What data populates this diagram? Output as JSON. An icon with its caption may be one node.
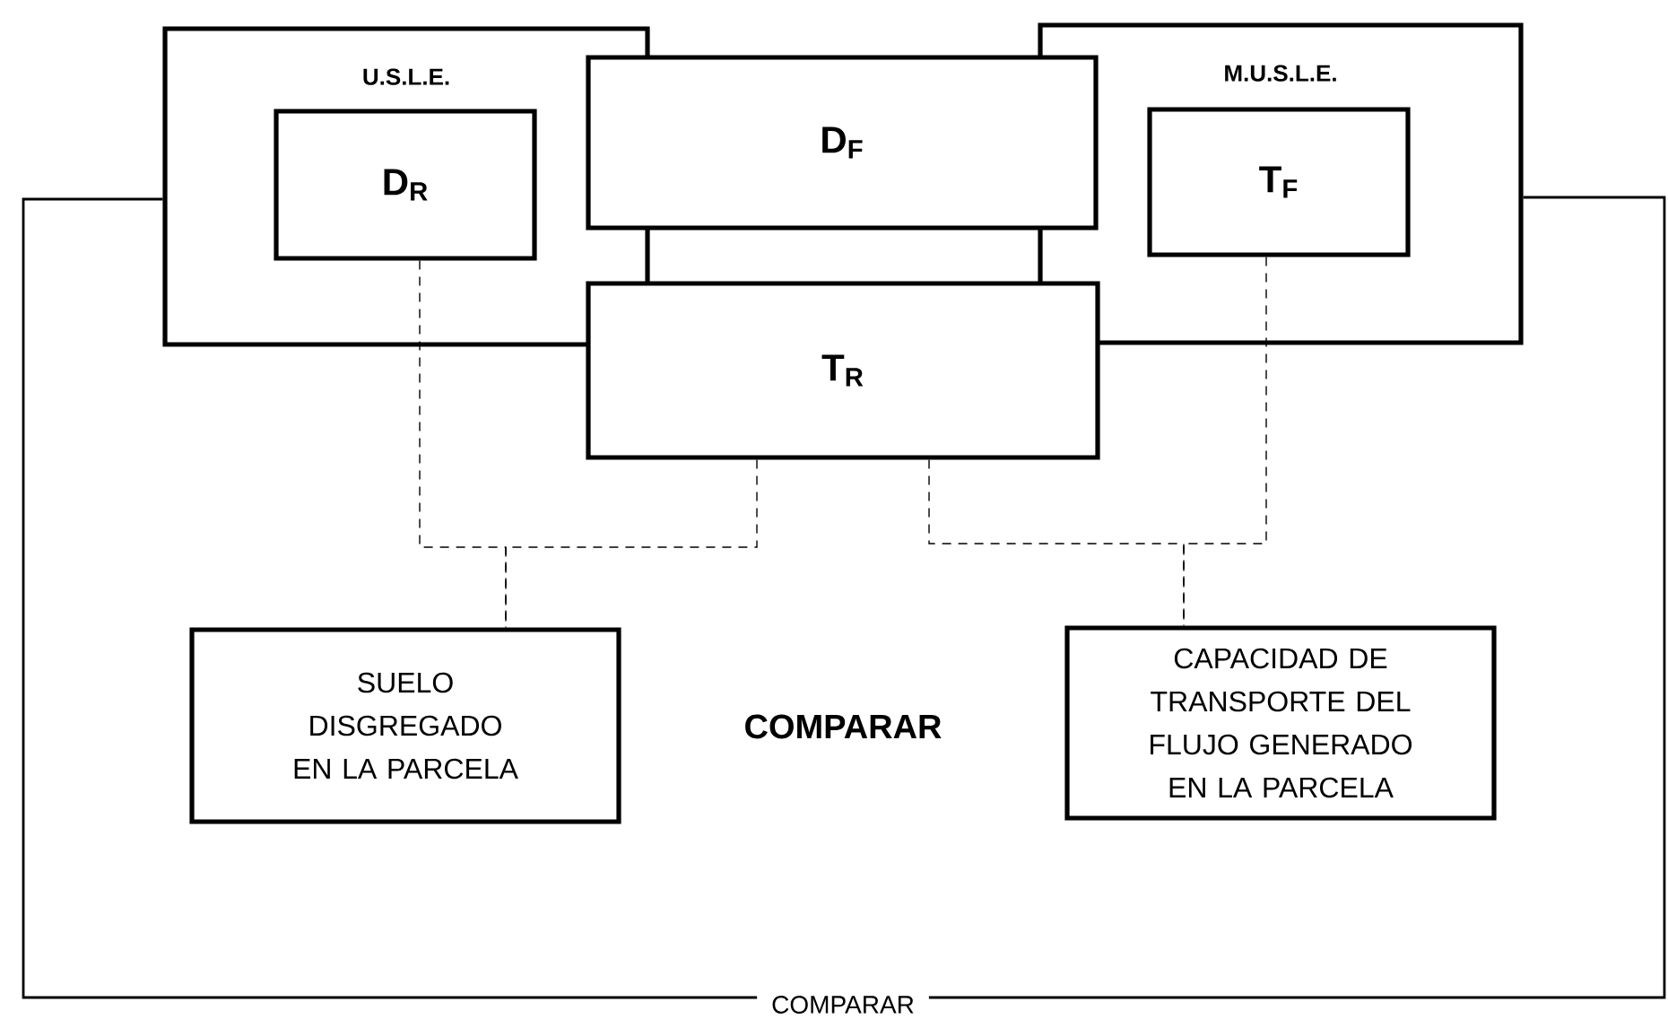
{
  "diagram": {
    "nodes": [
      {
        "text": [
          "U.S.L.E."
        ]
      },
      {
        "text": [
          "D$_{R}$"
        ],
        "in": 0
      },
      {
        "text": [
          "M.U.S.L.E."
        ]
      },
      {
        "text": [
          "T$_{F}$"
        ],
        "in": 2
      },
      {
        "text": [
          "D$_{F}$"
        ]
      },
      {
        "text": [
          "T$_{R}$"
        ]
      },
      {
        "text": [
          "SUELO DISGREGADO EN LA PARCELA"
        ]
      },
      {
        "text": [
          "CAPACIDAD DE TRANSPORTE DEL FLUJO GENERADO EN LA PARCELA"
        ]
      }
    ],
    "edges": [
      {
        "from": 1,
        "to": 6,
        "arrow": "none",
        "style": "dashed"
      },
      {
        "from": 5,
        "to": 6,
        "arrow": "none",
        "style": "dashed"
      },
      {
        "from": 5,
        "to": 7,
        "arrow": "none",
        "style": "dashed"
      },
      {
        "from": 3,
        "to": 7,
        "arrow": "none",
        "style": "dashed"
      },
      {
        "from": 0,
        "to": 2,
        "arrow": "none",
        "label": "COMPARAR"
      }
    ],
    "labels": [
      "COMPARAR"
    ]
  }
}
